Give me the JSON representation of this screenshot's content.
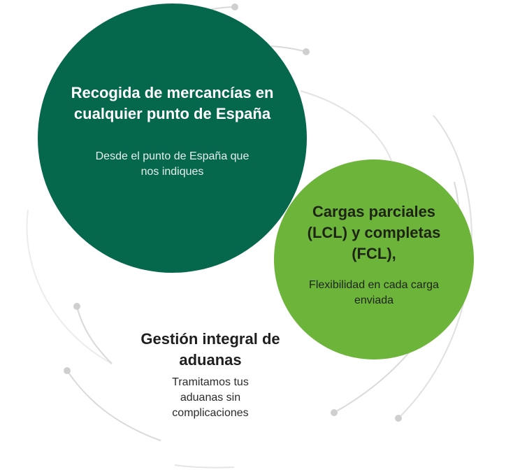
{
  "colors": {
    "dark_green": "#05674b",
    "lime_green": "#6db43a",
    "arc_grey": "#d9d9d9",
    "dot_grey": "#cfcfcf"
  },
  "cards": [
    {
      "title": "Recogida de mercancías en cualquier punto de España",
      "description": "Desde el punto de España que nos indiques"
    },
    {
      "title": "Cargas parciales (LCL) y completas (FCL),",
      "description": "Flexibilidad en cada carga enviada"
    },
    {
      "title": "Gestión integral de aduanas",
      "description": "Tramitamos tus aduanas sin complicaciones"
    }
  ]
}
